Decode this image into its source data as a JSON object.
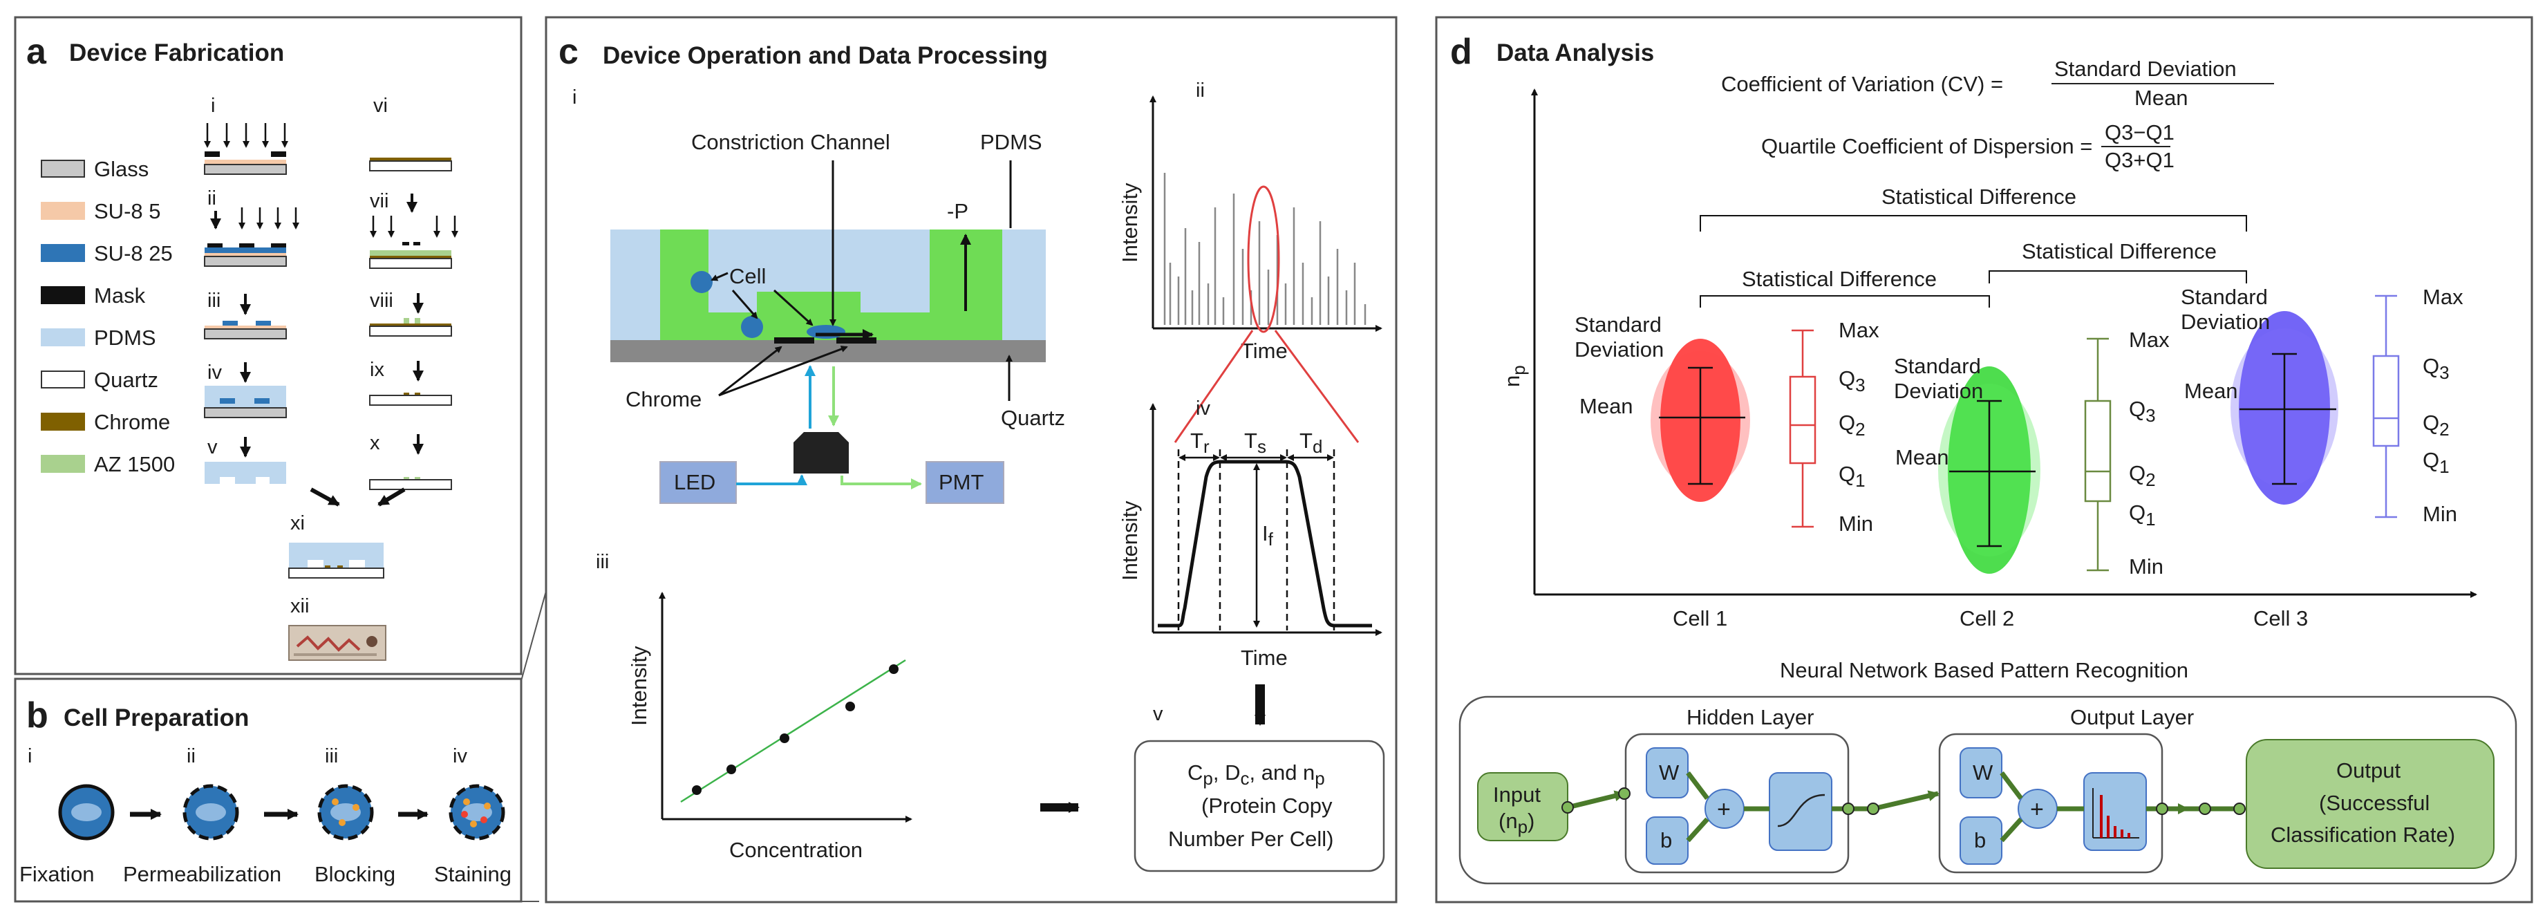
{
  "panel_a": {
    "letter": "a",
    "title": "Device Fabrication",
    "legend": [
      {
        "label": "Glass",
        "color": "#c8c8c8"
      },
      {
        "label": "SU-8 5",
        "color": "#f5c9a8"
      },
      {
        "label": "SU-8 25",
        "color": "#2e75b6"
      },
      {
        "label": "Mask",
        "color": "#111111"
      },
      {
        "label": "PDMS",
        "color": "#bdd7ee"
      },
      {
        "label": "Quartz",
        "color": "#ffffff"
      },
      {
        "label": "Chrome",
        "color": "#7f6000"
      },
      {
        "label": "AZ 1500",
        "color": "#a9d18e"
      }
    ],
    "steps": [
      "i",
      "ii",
      "iii",
      "iv",
      "v",
      "vi",
      "vii",
      "viii",
      "ix",
      "x",
      "xi",
      "xii"
    ]
  },
  "panel_b": {
    "letter": "b",
    "title": "Cell Preparation",
    "steps": [
      {
        "num": "i",
        "label": "Fixation"
      },
      {
        "num": "ii",
        "label": "Permeabilization"
      },
      {
        "num": "iii",
        "label": "Blocking"
      },
      {
        "num": "iv",
        "label": "Staining"
      }
    ]
  },
  "panel_c": {
    "letter": "c",
    "title": "Device Operation and Data Processing",
    "sub_i": "i",
    "sub_ii": "ii",
    "sub_iii": "iii",
    "sub_iv": "iv",
    "sub_v": "v",
    "constriction": "Constriction Channel",
    "pdms": "PDMS",
    "pressure": "-P",
    "cell": "Cell",
    "chrome": "Chrome",
    "quartz": "Quartz",
    "led": "LED",
    "pmt": "PMT",
    "intensity": "Intensity",
    "time": "Time",
    "concentration": "Concentration",
    "tr": "T",
    "tr_sub": "r",
    "ts": "T",
    "ts_sub": "s",
    "td": "T",
    "td_sub": "d",
    "if": "I",
    "if_sub": "f",
    "result_line1": "C",
    "result_line1_parts": [
      "C",
      "p",
      ", D",
      "c",
      ", and n",
      "p"
    ],
    "result_line2": "(Protein Copy",
    "result_line3": "Number Per Cell)"
  },
  "panel_d": {
    "letter": "d",
    "title": "Data Analysis",
    "cv_lhs": "Coefficient of Variation (CV) =",
    "cv_num": "Standard Deviation",
    "cv_den": "Mean",
    "qcd_lhs": "Quartile Coefficient of Dispersion =",
    "qcd_num": "Q3−Q1",
    "qcd_den": "Q3+Q1",
    "ylabel": "n",
    "ylabel_sub": "p",
    "stat_diff": "Statistical Difference",
    "std_label_1": "Standard",
    "std_label_2": "Deviation",
    "mean_label": "Mean",
    "box_labels": {
      "max": "Max",
      "q3": "Q",
      "q2": "Q",
      "q1": "Q",
      "min": "Min"
    },
    "cells": [
      {
        "name": "Cell 1",
        "color": "#ff3b3b"
      },
      {
        "name": "Cell 2",
        "color": "#33dd33"
      },
      {
        "name": "Cell 3",
        "color": "#6b5bf5"
      }
    ],
    "nn_title": "Neural Network Based Pattern Recognition",
    "hidden_layer": "Hidden Layer",
    "output_layer": "Output Layer",
    "input_line1": "Input",
    "input_line2": "(n",
    "input_sub": "p",
    "w": "W",
    "b": "b",
    "output_line1": "Output",
    "output_line2": "(Successful",
    "output_line3": "Classification Rate)"
  }
}
